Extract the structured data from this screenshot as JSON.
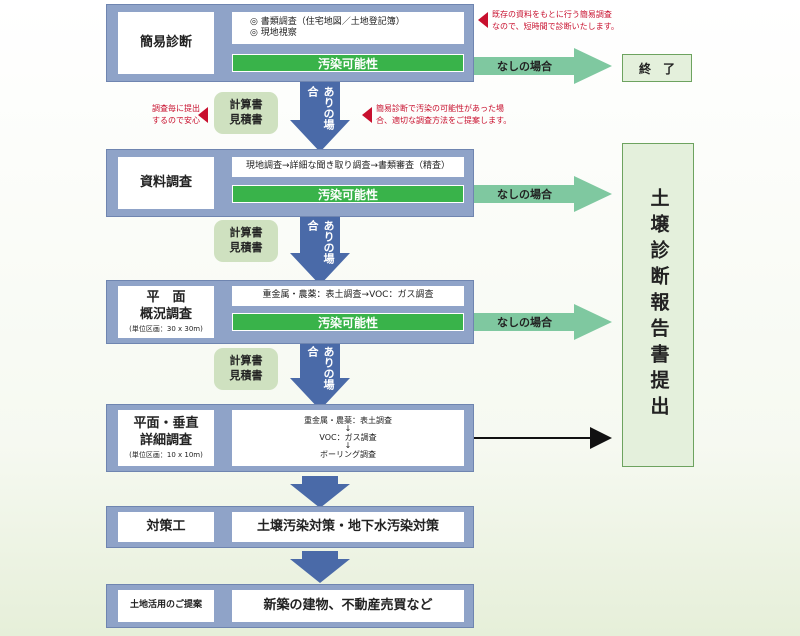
{
  "stage1": {
    "label": "簡易診断",
    "details": [
      "◎ 書類調査（住宅地図／土地登記簿）",
      "◎ 現地視察"
    ],
    "bar": "汚染可能性",
    "none_label": "なしの場合",
    "end": "終　了",
    "note": [
      "既存の資料をもとに行う簡易調査",
      "なので、短時間で診断いたします。"
    ]
  },
  "calc": [
    "計算書",
    "見積書"
  ],
  "ari": "ありの場合",
  "note_left": [
    "調査毎に提出",
    "するので安心"
  ],
  "note_right": [
    "簡易診断で汚染の可能性があった場",
    "合、適切な調査方法をご提案します。"
  ],
  "stage2": {
    "label": "資料調査",
    "details": [
      "現地調査→詳細な聞き取り調査→書類審査（精査）"
    ],
    "bar": "汚染可能性",
    "none_label": "なしの場合"
  },
  "stage3": {
    "label_lines": [
      "平　面",
      "概況調査"
    ],
    "sub": "(単位区画：30 x 30m)",
    "details": [
      "重金属・農薬：表土調査→VOC：ガス調査"
    ],
    "bar": "汚染可能性",
    "none_label": "なしの場合"
  },
  "stage4": {
    "label_lines": [
      "平面・垂直",
      "詳細調査"
    ],
    "sub": "(単位区画：10 x 10m)",
    "details": [
      "重金属・農薬：表土調査",
      "↓",
      "VOC：ガス調査",
      "↓",
      "ボーリング調査"
    ]
  },
  "report": "土壌診断報告書提出",
  "stage5": {
    "label": "対策工",
    "content": "土壌汚染対策・地下水汚染対策"
  },
  "stage6": {
    "label": "土地活用のご提案",
    "content": "新築の建物、不動産売買など"
  },
  "colors": {
    "stage_blue": "#8fa3c8",
    "arrow_blue": "#4a6aa8",
    "bar_green": "#39b34a",
    "arrow_green": "#7fc8a0",
    "note_red": "#c8102e"
  }
}
